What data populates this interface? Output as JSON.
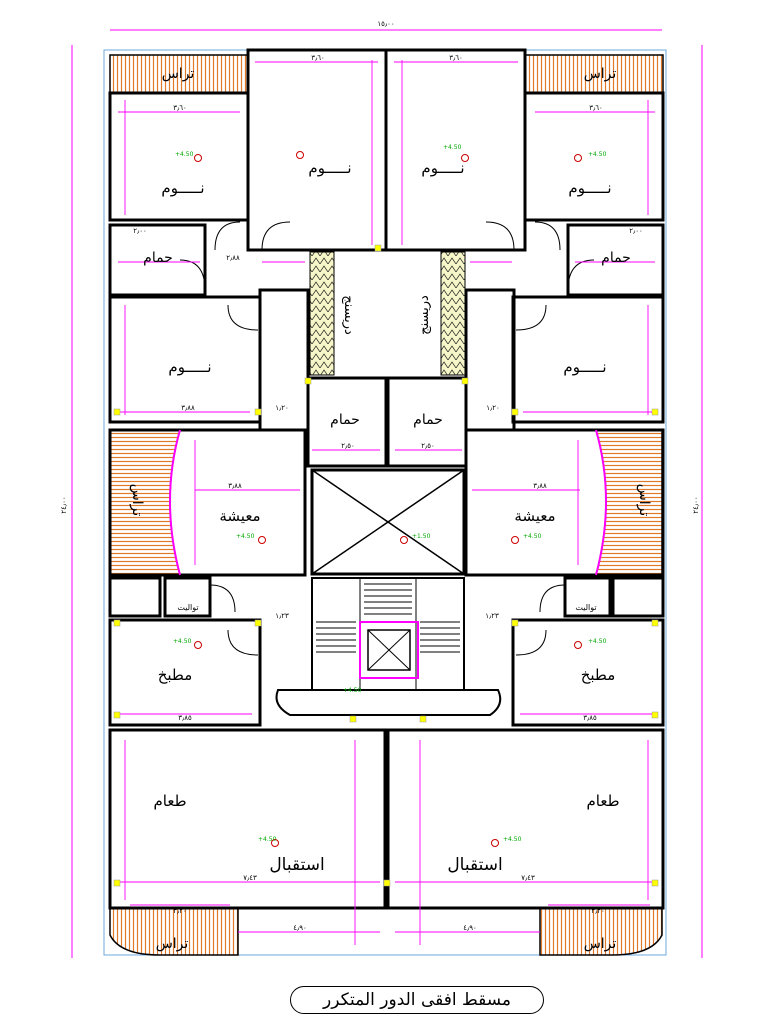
{
  "caption": "مسقط افقى الدور المتكرر",
  "colors": {
    "wall": "#000000",
    "dimension": "#ff00ff",
    "terrace_hatch": "#e07a2a",
    "level_mark": "#00aa00",
    "duct": "#cccc33"
  },
  "overall_dims": {
    "width": "١٥٫٠٠",
    "depth": "٢٤٫٠٠"
  },
  "rooms": {
    "terrace_tl": "تراس",
    "terrace_tr": "تراس",
    "terrace_bl": "تراس",
    "terrace_br": "تراس",
    "terrace_ml": "تراس",
    "terrace_mr": "تراس",
    "bed_a_l": "نـــــوم",
    "bed_b_l": "نـــــوم",
    "bed_c_l": "نـــــوم",
    "bed_a_r": "نـــــوم",
    "bed_b_r": "نـــــوم",
    "bed_c_r": "نـــــوم",
    "bath_l": "حمام",
    "bath_r": "حمام",
    "bath_cl": "حمام",
    "bath_cr": "حمام",
    "duct_l": "دريسنج",
    "duct_r": "دريسنج",
    "living_l": "معيشة",
    "living_r": "معيشة",
    "kitchen_l": "مطبخ",
    "kitchen_r": "مطبخ",
    "dining_l": "طعام",
    "dining_r": "طعام",
    "reception_l": "استقبال",
    "reception_r": "استقبال",
    "toilet_l": "تواليت",
    "toilet_r": "تواليت"
  },
  "dims": {
    "d1": "٣٫٦٠",
    "d2": "٣٫٦٠",
    "d3": "٣٫٦٠",
    "d4": "٣٫٦٠",
    "d5": "٢٫٨٨",
    "d6": "٣٫٨٨",
    "d7": "١٫٢٠",
    "d8": "١٫٢٠",
    "d9": "٢٫٠٠",
    "d10": "٢٫٠٠",
    "d11": "٣٫٨٨",
    "d12": "٣٫٨٨",
    "d13": "١٫٢٣",
    "d14": "١٫٢٣",
    "d15": "٣٫٨٥",
    "d16": "٣٫٨٥",
    "d17": "٧٫٤٣",
    "d18": "٧٫٤٣",
    "d19": "٤٫٩٠",
    "d20": "٤٫٩٠",
    "d21": "٣٫٢٠",
    "d22": "٣٫٢٠",
    "d23": "٢٫٥٠",
    "d24": "٢٫٥٠"
  },
  "levels": {
    "lv": "+4.50",
    "stair": "+1.50"
  }
}
